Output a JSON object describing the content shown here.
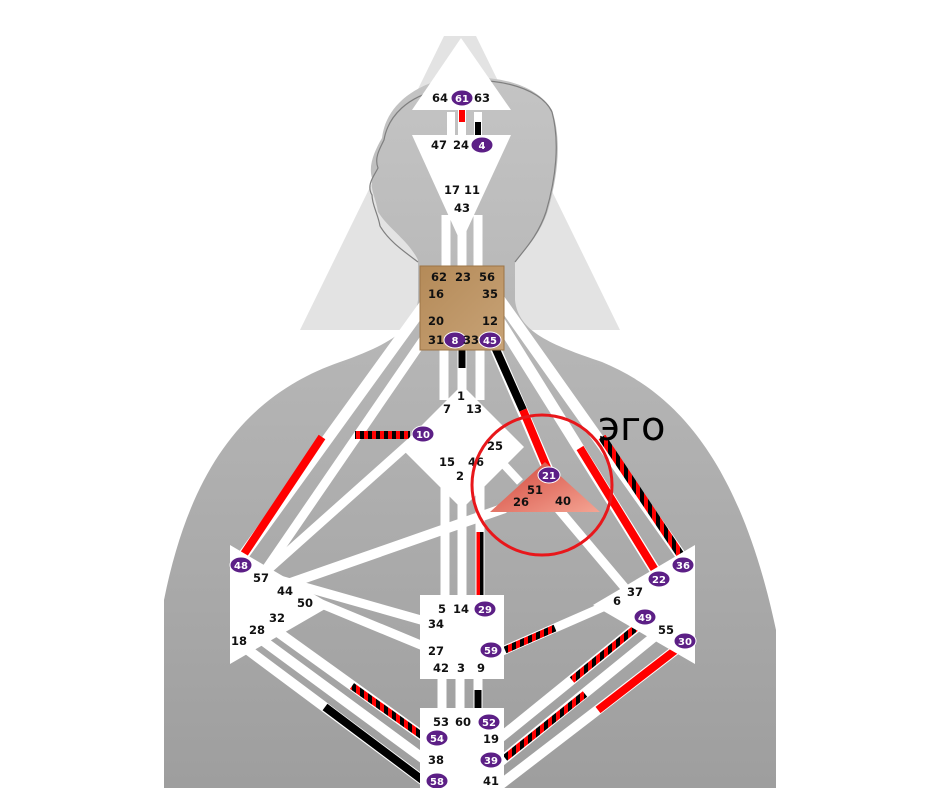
{
  "annotation": {
    "label": "эго"
  },
  "colors": {
    "conscious": "#000000",
    "unconscious": "#ff0000",
    "activated_gate": "#5c1f86",
    "defined_heart": "#e06a5a",
    "defined_g": "#b58c5a",
    "highlight_circle": "#e8171b",
    "body_silhouette": "#a6a6a6"
  },
  "centers": {
    "head": {
      "gates": [
        {
          "id": "64",
          "active": false
        },
        {
          "id": "61",
          "active": true
        },
        {
          "id": "63",
          "active": false
        }
      ]
    },
    "ajna": {
      "gates": [
        {
          "id": "47",
          "active": false
        },
        {
          "id": "24",
          "active": false
        },
        {
          "id": "4",
          "active": true
        },
        {
          "id": "17",
          "active": false
        },
        {
          "id": "11",
          "active": false
        },
        {
          "id": "43",
          "active": false
        }
      ]
    },
    "throat": {
      "gates": [
        {
          "id": "62",
          "active": false
        },
        {
          "id": "23",
          "active": false
        },
        {
          "id": "56",
          "active": false
        },
        {
          "id": "16",
          "active": false
        },
        {
          "id": "35",
          "active": false
        },
        {
          "id": "20",
          "active": false
        },
        {
          "id": "12",
          "active": false
        },
        {
          "id": "31",
          "active": false
        },
        {
          "id": "8",
          "active": true
        },
        {
          "id": "33",
          "active": false
        },
        {
          "id": "45",
          "active": true
        }
      ]
    },
    "g": {
      "gates": [
        {
          "id": "1",
          "active": false
        },
        {
          "id": "7",
          "active": false
        },
        {
          "id": "13",
          "active": false
        },
        {
          "id": "10",
          "active": true
        },
        {
          "id": "25",
          "active": false
        },
        {
          "id": "15",
          "active": false
        },
        {
          "id": "46",
          "active": false
        },
        {
          "id": "2",
          "active": false
        }
      ]
    },
    "heart": {
      "gates": [
        {
          "id": "21",
          "active": true
        },
        {
          "id": "51",
          "active": false
        },
        {
          "id": "26",
          "active": false
        },
        {
          "id": "40",
          "active": false
        }
      ]
    },
    "spleen": {
      "gates": [
        {
          "id": "48",
          "active": true
        },
        {
          "id": "57",
          "active": false
        },
        {
          "id": "44",
          "active": false
        },
        {
          "id": "50",
          "active": false
        },
        {
          "id": "32",
          "active": false
        },
        {
          "id": "28",
          "active": false
        },
        {
          "id": "18",
          "active": false
        }
      ]
    },
    "sacral": {
      "gates": [
        {
          "id": "5",
          "active": false
        },
        {
          "id": "14",
          "active": false
        },
        {
          "id": "29",
          "active": true
        },
        {
          "id": "34",
          "active": false
        },
        {
          "id": "59",
          "active": true
        },
        {
          "id": "27",
          "active": false
        },
        {
          "id": "42",
          "active": false
        },
        {
          "id": "3",
          "active": false
        },
        {
          "id": "9",
          "active": false
        }
      ]
    },
    "solar_plexus": {
      "gates": [
        {
          "id": "36",
          "active": true
        },
        {
          "id": "22",
          "active": true
        },
        {
          "id": "37",
          "active": false
        },
        {
          "id": "6",
          "active": false
        },
        {
          "id": "49",
          "active": true
        },
        {
          "id": "55",
          "active": false
        },
        {
          "id": "30",
          "active": true
        }
      ]
    },
    "root": {
      "gates": [
        {
          "id": "53",
          "active": false
        },
        {
          "id": "60",
          "active": false
        },
        {
          "id": "52",
          "active": true
        },
        {
          "id": "54",
          "active": true
        },
        {
          "id": "19",
          "active": false
        },
        {
          "id": "38",
          "active": false
        },
        {
          "id": "39",
          "active": true
        },
        {
          "id": "58",
          "active": true
        },
        {
          "id": "41",
          "active": false
        }
      ]
    }
  }
}
